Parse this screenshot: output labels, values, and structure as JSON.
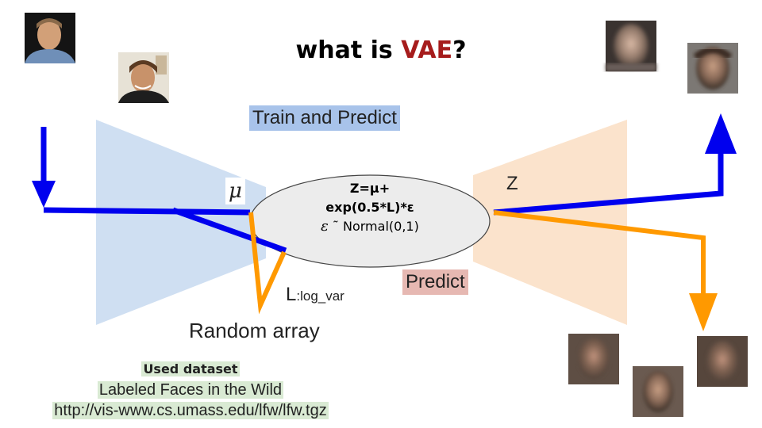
{
  "title": {
    "prefix": "what is ",
    "accent": "VAE",
    "suffix": "?"
  },
  "colors": {
    "encoder": "#cfdff2",
    "decoder": "#fbe3cc",
    "latent": "#ececec",
    "path_train": "#0000ee",
    "path_random": "#ff9900",
    "title_accent": "#a61c1c"
  },
  "labels": {
    "train_predict": "Train and Predict",
    "predict": "Predict",
    "mu": "μ",
    "z": "Z",
    "l_main": "L",
    "l_sub": ":log_var",
    "random_array": "Random array"
  },
  "formula": {
    "line1": "Z=μ+",
    "line2": "exp(0.5*L)*ε",
    "line3_eps": "ε",
    "line3_rest": " ˜ Normal(0,1)"
  },
  "dataset": {
    "heading": "Used dataset",
    "name": "Labeled Faces in the Wild",
    "url": "http://vis-www.cs.umass.edu/lfw/lfw.tgz"
  },
  "images": [
    {
      "name": "input-face-photo-1",
      "description": "photo of a man"
    },
    {
      "name": "input-face-photo-2",
      "description": "photo of a smiling man"
    },
    {
      "name": "reconstructed-face-1",
      "description": "blurry reconstructed face"
    },
    {
      "name": "reconstructed-face-2",
      "description": "blurry reconstructed face"
    },
    {
      "name": "generated-face-1",
      "description": "blurry generated face"
    },
    {
      "name": "generated-face-2",
      "description": "blurry generated face"
    },
    {
      "name": "generated-face-3",
      "description": "blurry generated face"
    }
  ]
}
